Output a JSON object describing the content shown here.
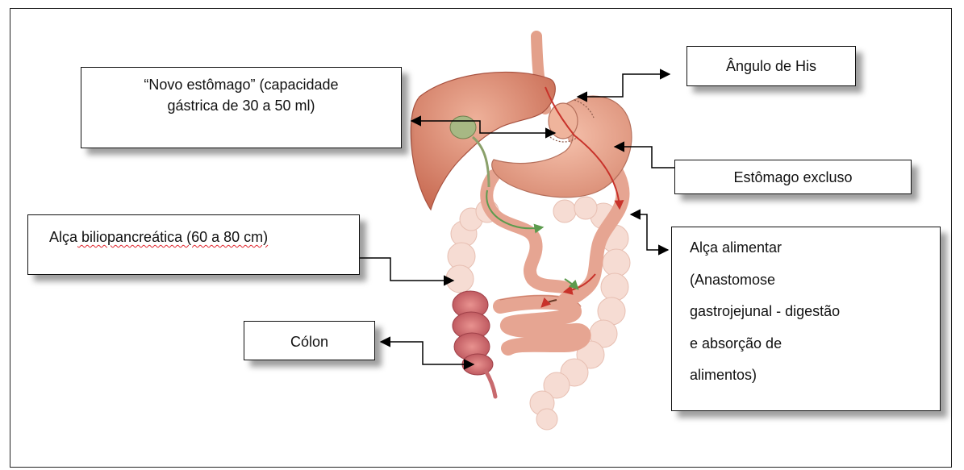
{
  "labels": {
    "novo_estomago": "“Novo estômago” (capacidade\ngástrica de 30 a 50 ml)",
    "angulo_his": "Ângulo de His",
    "estomago_excluso": "Estômago excluso",
    "alca_biliopancreatica_word": "Alça",
    "alca_biliopancreatica_rest": " biliopancreática (60 a 80 cm)",
    "alca_alimentar": "Alça alimentar\n(Anastomose\ngastrojejunal - digestão\ne absorção de\nalimentos)",
    "colon": "Cólon"
  },
  "colors": {
    "liver": "#d9866a",
    "stomach": "#e8a08a",
    "intestine_light": "#f4d6cc",
    "colon_dark": "#d06a6e",
    "gallbladder": "#9fb07a",
    "red_arrow": "#c8322a",
    "green_arrow": "#5c9b4e"
  }
}
